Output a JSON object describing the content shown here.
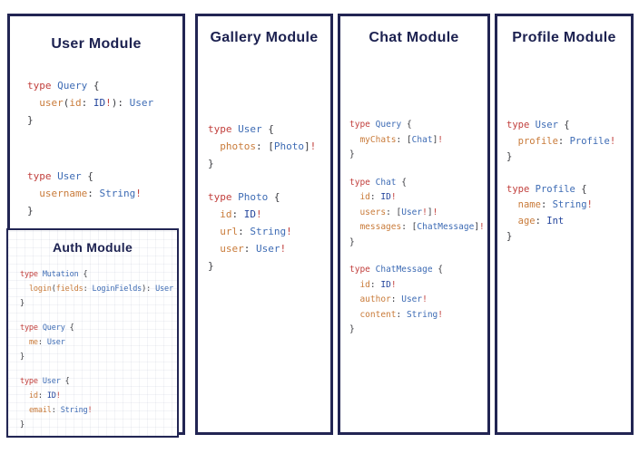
{
  "colors": {
    "border": "#222553",
    "title": "#1c2150",
    "keyword": "#c13f3c",
    "type": "#3d6bb4",
    "scalar": "#24459c",
    "field": "#c97b3a",
    "punct": "#3a3b40",
    "bang": "#c13f3c"
  },
  "modules": [
    {
      "title": "User Module",
      "blocks": [
        [
          [
            [
              "kw",
              "type"
            ],
            [
              "pun",
              " "
            ],
            [
              "ty",
              "Query"
            ],
            [
              "pun",
              " {"
            ]
          ],
          [
            [
              "pun",
              "  "
            ],
            [
              "fld",
              "user"
            ],
            [
              "pun",
              "("
            ],
            [
              "fld",
              "id"
            ],
            [
              "pun",
              ": "
            ],
            [
              "sc",
              "ID"
            ],
            [
              "bang",
              "!"
            ],
            [
              "pun",
              "): "
            ],
            [
              "ty",
              "User"
            ]
          ],
          [
            [
              "pun",
              "}"
            ]
          ]
        ],
        [
          [
            [
              "kw",
              "type"
            ],
            [
              "pun",
              " "
            ],
            [
              "ty",
              "User"
            ],
            [
              "pun",
              " {"
            ]
          ],
          [
            [
              "pun",
              "  "
            ],
            [
              "fld",
              "username"
            ],
            [
              "pun",
              ": "
            ],
            [
              "ty",
              "String"
            ],
            [
              "bang",
              "!"
            ]
          ],
          [
            [
              "pun",
              "}"
            ]
          ]
        ]
      ]
    },
    {
      "title": "Gallery Module",
      "blocks": [
        [
          [
            [
              "kw",
              "type"
            ],
            [
              "pun",
              " "
            ],
            [
              "ty",
              "User"
            ],
            [
              "pun",
              " {"
            ]
          ],
          [
            [
              "pun",
              "  "
            ],
            [
              "fld",
              "photos"
            ],
            [
              "pun",
              ": ["
            ],
            [
              "ty",
              "Photo"
            ],
            [
              "pun",
              "]"
            ],
            [
              "bang",
              "!"
            ]
          ],
          [
            [
              "pun",
              "}"
            ]
          ]
        ],
        [
          [
            [
              "kw",
              "type"
            ],
            [
              "pun",
              " "
            ],
            [
              "ty",
              "Photo"
            ],
            [
              "pun",
              " {"
            ]
          ],
          [
            [
              "pun",
              "  "
            ],
            [
              "fld",
              "id"
            ],
            [
              "pun",
              ": "
            ],
            [
              "sc",
              "ID"
            ],
            [
              "bang",
              "!"
            ]
          ],
          [
            [
              "pun",
              "  "
            ],
            [
              "fld",
              "url"
            ],
            [
              "pun",
              ": "
            ],
            [
              "ty",
              "String"
            ],
            [
              "bang",
              "!"
            ]
          ],
          [
            [
              "pun",
              "  "
            ],
            [
              "fld",
              "user"
            ],
            [
              "pun",
              ": "
            ],
            [
              "ty",
              "User"
            ],
            [
              "bang",
              "!"
            ]
          ],
          [
            [
              "pun",
              "}"
            ]
          ]
        ]
      ]
    },
    {
      "title": "Chat Module",
      "blocks": [
        [
          [
            [
              "kw",
              "type"
            ],
            [
              "pun",
              " "
            ],
            [
              "ty",
              "Query"
            ],
            [
              "pun",
              " {"
            ]
          ],
          [
            [
              "pun",
              "  "
            ],
            [
              "fld",
              "myChats"
            ],
            [
              "pun",
              ": ["
            ],
            [
              "ty",
              "Chat"
            ],
            [
              "pun",
              "]"
            ],
            [
              "bang",
              "!"
            ]
          ],
          [
            [
              "pun",
              "}"
            ]
          ]
        ],
        [
          [
            [
              "kw",
              "type"
            ],
            [
              "pun",
              " "
            ],
            [
              "ty",
              "Chat"
            ],
            [
              "pun",
              " {"
            ]
          ],
          [
            [
              "pun",
              "  "
            ],
            [
              "fld",
              "id"
            ],
            [
              "pun",
              ": "
            ],
            [
              "sc",
              "ID"
            ],
            [
              "bang",
              "!"
            ]
          ],
          [
            [
              "pun",
              "  "
            ],
            [
              "fld",
              "users"
            ],
            [
              "pun",
              ": ["
            ],
            [
              "ty",
              "User"
            ],
            [
              "bang",
              "!"
            ],
            [
              "pun",
              "]"
            ],
            [
              "bang",
              "!"
            ]
          ],
          [
            [
              "pun",
              "  "
            ],
            [
              "fld",
              "messages"
            ],
            [
              "pun",
              ": ["
            ],
            [
              "ty",
              "ChatMessage"
            ],
            [
              "pun",
              "]"
            ],
            [
              "bang",
              "!"
            ]
          ],
          [
            [
              "pun",
              "}"
            ]
          ]
        ],
        [
          [
            [
              "kw",
              "type"
            ],
            [
              "pun",
              " "
            ],
            [
              "ty",
              "ChatMessage"
            ],
            [
              "pun",
              " {"
            ]
          ],
          [
            [
              "pun",
              "  "
            ],
            [
              "fld",
              "id"
            ],
            [
              "pun",
              ": "
            ],
            [
              "sc",
              "ID"
            ],
            [
              "bang",
              "!"
            ]
          ],
          [
            [
              "pun",
              "  "
            ],
            [
              "fld",
              "author"
            ],
            [
              "pun",
              ": "
            ],
            [
              "ty",
              "User"
            ],
            [
              "bang",
              "!"
            ]
          ],
          [
            [
              "pun",
              "  "
            ],
            [
              "fld",
              "content"
            ],
            [
              "pun",
              ": "
            ],
            [
              "ty",
              "String"
            ],
            [
              "bang",
              "!"
            ]
          ],
          [
            [
              "pun",
              "}"
            ]
          ]
        ]
      ]
    },
    {
      "title": "Profile Module",
      "blocks": [
        [
          [
            [
              "kw",
              "type"
            ],
            [
              "pun",
              " "
            ],
            [
              "ty",
              "User"
            ],
            [
              "pun",
              " {"
            ]
          ],
          [
            [
              "pun",
              "  "
            ],
            [
              "fld",
              "profile"
            ],
            [
              "pun",
              ": "
            ],
            [
              "ty",
              "Profile"
            ],
            [
              "bang",
              "!"
            ]
          ],
          [
            [
              "pun",
              "}"
            ]
          ]
        ],
        [
          [
            [
              "kw",
              "type"
            ],
            [
              "pun",
              " "
            ],
            [
              "ty",
              "Profile"
            ],
            [
              "pun",
              " {"
            ]
          ],
          [
            [
              "pun",
              "  "
            ],
            [
              "fld",
              "name"
            ],
            [
              "pun",
              ": "
            ],
            [
              "ty",
              "String"
            ],
            [
              "bang",
              "!"
            ]
          ],
          [
            [
              "pun",
              "  "
            ],
            [
              "fld",
              "age"
            ],
            [
              "pun",
              ": "
            ],
            [
              "sc",
              "Int"
            ]
          ],
          [
            [
              "pun",
              "}"
            ]
          ]
        ]
      ]
    },
    {
      "title": "Auth Module",
      "blocks": [
        [
          [
            [
              "kw",
              "type"
            ],
            [
              "pun",
              " "
            ],
            [
              "ty",
              "Mutation"
            ],
            [
              "pun",
              " {"
            ]
          ],
          [
            [
              "pun",
              "  "
            ],
            [
              "fld",
              "login"
            ],
            [
              "pun",
              "("
            ],
            [
              "fld",
              "fields"
            ],
            [
              "pun",
              ": "
            ],
            [
              "ty",
              "LoginFields"
            ],
            [
              "pun",
              "): "
            ],
            [
              "ty",
              "User"
            ]
          ],
          [
            [
              "pun",
              "}"
            ]
          ]
        ],
        [
          [
            [
              "kw",
              "type"
            ],
            [
              "pun",
              " "
            ],
            [
              "ty",
              "Query"
            ],
            [
              "pun",
              " {"
            ]
          ],
          [
            [
              "pun",
              "  "
            ],
            [
              "fld",
              "me"
            ],
            [
              "pun",
              ": "
            ],
            [
              "ty",
              "User"
            ]
          ],
          [
            [
              "pun",
              "}"
            ]
          ]
        ],
        [
          [
            [
              "kw",
              "type"
            ],
            [
              "pun",
              " "
            ],
            [
              "ty",
              "User"
            ],
            [
              "pun",
              " {"
            ]
          ],
          [
            [
              "pun",
              "  "
            ],
            [
              "fld",
              "id"
            ],
            [
              "pun",
              ": "
            ],
            [
              "sc",
              "ID"
            ],
            [
              "bang",
              "!"
            ]
          ],
          [
            [
              "pun",
              "  "
            ],
            [
              "fld",
              "email"
            ],
            [
              "pun",
              ": "
            ],
            [
              "ty",
              "String"
            ],
            [
              "bang",
              "!"
            ]
          ],
          [
            [
              "pun",
              "}"
            ]
          ]
        ]
      ]
    }
  ]
}
